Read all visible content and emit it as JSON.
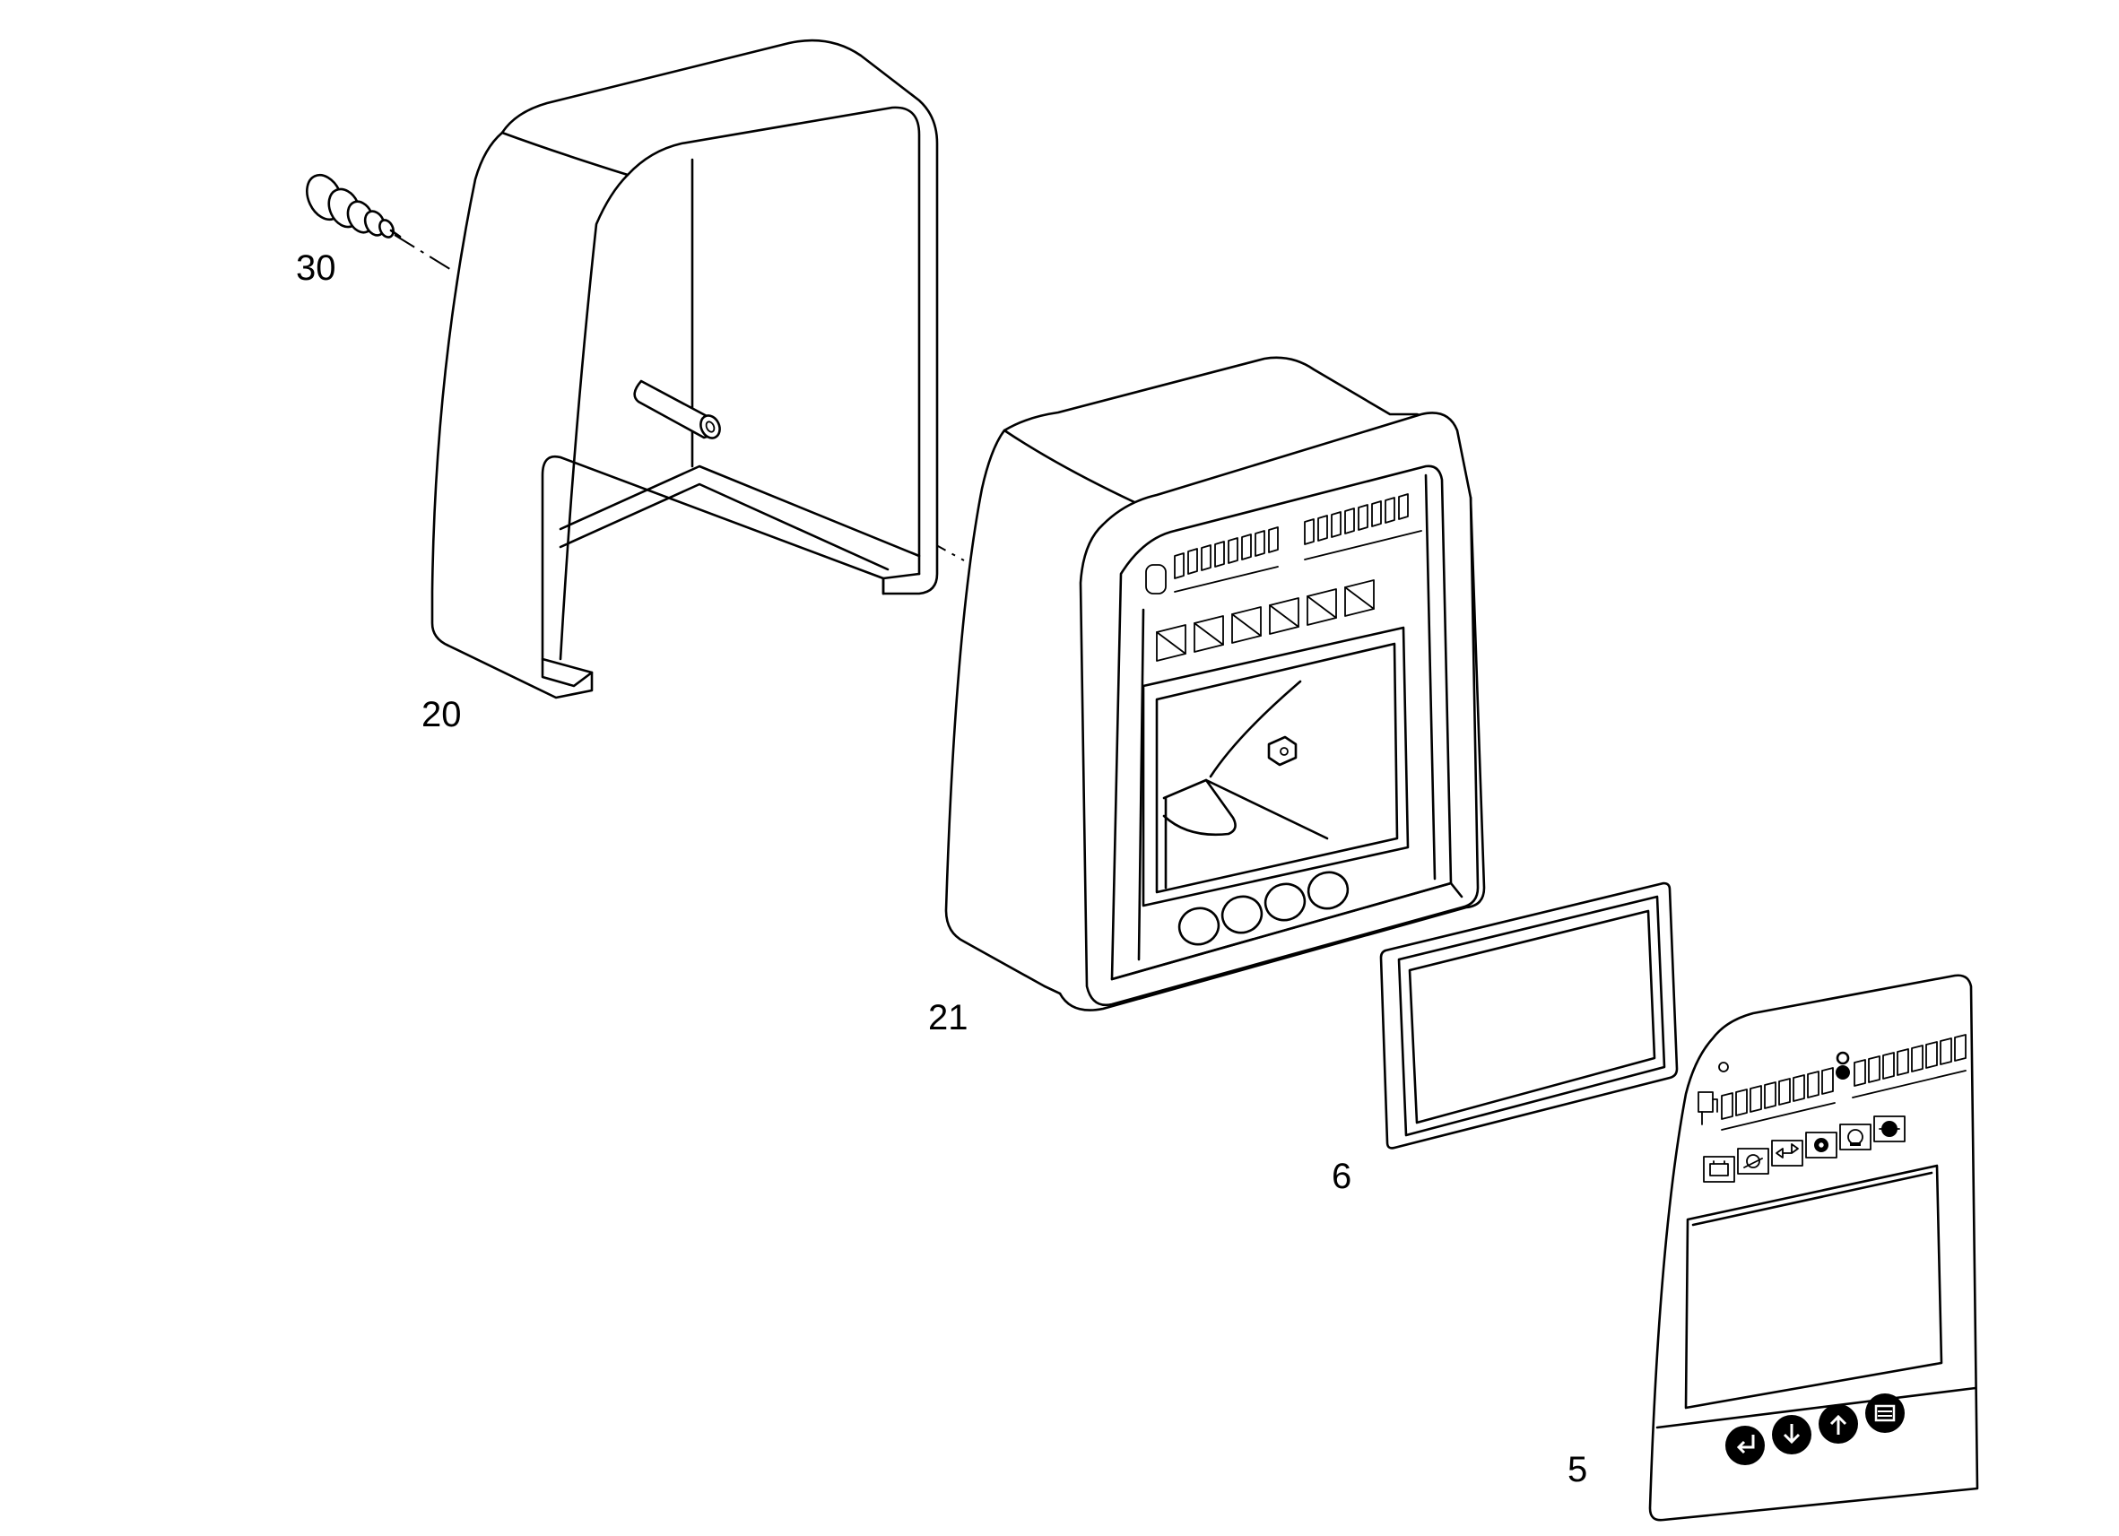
{
  "callouts": {
    "screw": "30",
    "cover": "20",
    "housing": "21",
    "glass": "6",
    "front_panel": "5"
  }
}
